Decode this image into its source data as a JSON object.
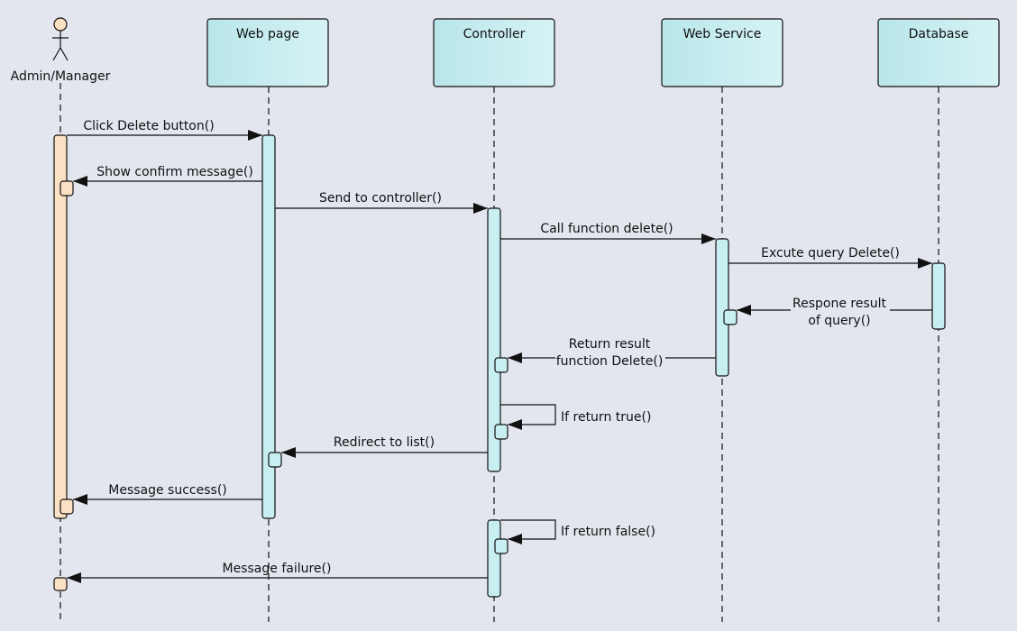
{
  "actor": {
    "name": "Admin/Manager"
  },
  "participants": [
    {
      "id": "webpage",
      "name": "Web page"
    },
    {
      "id": "controller",
      "name": "Controller"
    },
    {
      "id": "webservice",
      "name": "Web Service"
    },
    {
      "id": "database",
      "name": "Database"
    }
  ],
  "messages": [
    {
      "id": "click-delete",
      "lines": [
        "Click Delete button()"
      ]
    },
    {
      "id": "show-confirm",
      "lines": [
        "Show confirm message()"
      ]
    },
    {
      "id": "send-controller",
      "lines": [
        "Send to controller()"
      ]
    },
    {
      "id": "call-delete",
      "lines": [
        "Call function delete()"
      ]
    },
    {
      "id": "excute-query",
      "lines": [
        "Excute query Delete()"
      ]
    },
    {
      "id": "respone-result",
      "lines": [
        "Respone result",
        "of query()"
      ]
    },
    {
      "id": "return-result",
      "lines": [
        "Return result",
        "function Delete()"
      ]
    },
    {
      "id": "if-true",
      "lines": [
        "If return true()"
      ]
    },
    {
      "id": "redirect",
      "lines": [
        "Redirect to list()"
      ]
    },
    {
      "id": "msg-success",
      "lines": [
        "Message success()"
      ]
    },
    {
      "id": "if-false",
      "lines": [
        "If return false()"
      ]
    },
    {
      "id": "msg-failure",
      "lines": [
        "Message failure()"
      ]
    }
  ],
  "colors": {
    "background": "#e3e6ee",
    "participant_fill": "#bfe9ec",
    "actor_activation": "#fbe1c3",
    "participant_activation": "#c7eef0",
    "line": "#111111"
  }
}
